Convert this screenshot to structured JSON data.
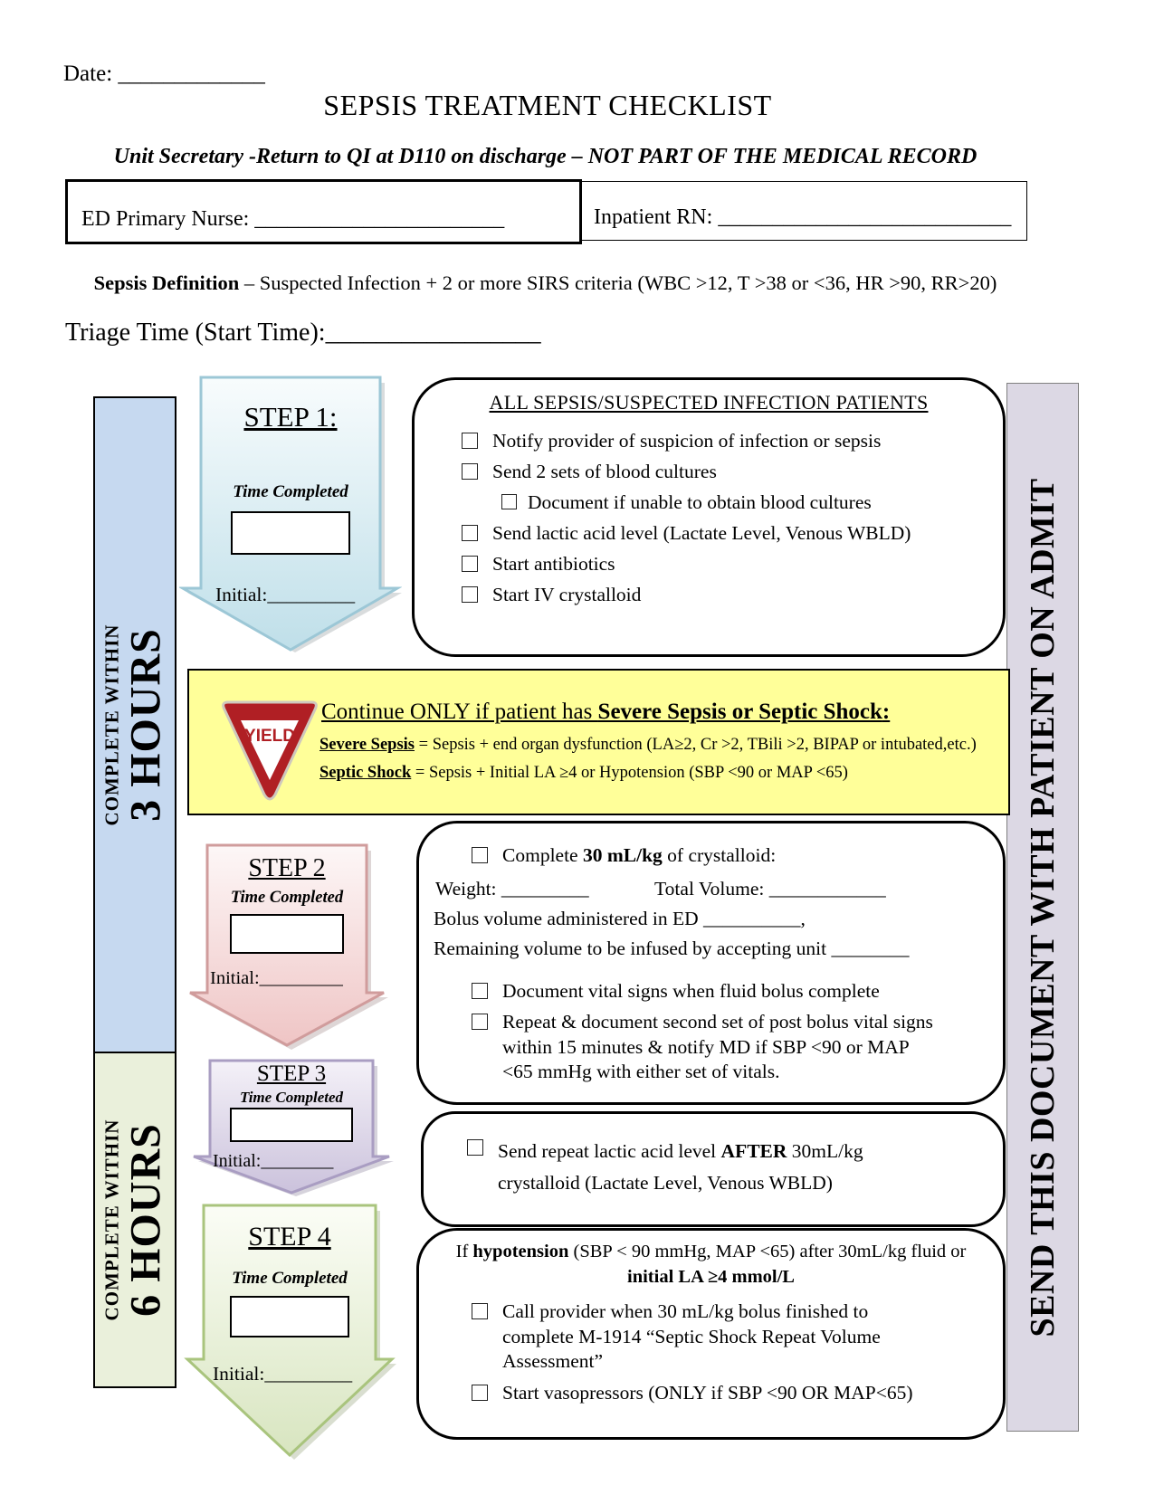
{
  "header": {
    "date_label": "Date:",
    "date_blank": "_____________",
    "title": "SEPSIS TREATMENT CHECKLIST",
    "subtitle": "Unit Secretary -Return to QI at D110 on discharge – NOT PART OF THE MEDICAL RECORD",
    "ed_nurse_label": "ED Primary Nurse:",
    "ed_nurse_blank": "_______________________",
    "inpatient_label": "Inpatient RN:",
    "inpatient_blank": "___________________________",
    "definition_bold": "Sepsis Definition",
    "definition_rest": " – Suspected Infection + 2 or more SIRS criteria (WBC >12, T >38 or <36, HR >90, RR>20)",
    "triage_label": "Triage Time (Start Time):",
    "triage_blank": "_________________"
  },
  "sidebars": {
    "three_hours": {
      "small": "COMPLETE WITHIN",
      "big": "3 HOURS",
      "color": "#c6d9f0"
    },
    "six_hours": {
      "small": "COMPLETE WITHIN",
      "big": "6 HOURS",
      "color": "#eaf0db"
    },
    "admit": {
      "text": "SEND THIS DOCUMENT WITH PATIENT ON ADMIT",
      "color": "#dcd8e4"
    }
  },
  "steps": {
    "step1": {
      "title": "STEP 1:",
      "time_label": "Time Completed",
      "initial_label": "Initial:",
      "initial_blank": "_________"
    },
    "step2": {
      "title": "STEP 2",
      "time_label": "Time Completed",
      "initial_label": "Initial:",
      "initial_blank": "_________"
    },
    "step3": {
      "title": "STEP 3",
      "time_label": "Time Completed",
      "initial_label": "Initial:",
      "initial_blank": "________"
    },
    "step4": {
      "title": "STEP 4",
      "time_label": "Time Completed",
      "initial_label": "Initial:",
      "initial_blank": "_________"
    }
  },
  "box1": {
    "title": "ALL SEPSIS/SUSPECTED INFECTION PATIENTS",
    "items": [
      {
        "text": "Notify provider of suspicion of infection or sepsis"
      },
      {
        "text": "Send 2 sets of blood cultures"
      },
      {
        "text": "Document if unable to obtain blood cultures"
      },
      {
        "text": "Send lactic acid level (Lactate Level, Venous WBLD)"
      },
      {
        "text": "Start antibiotics"
      },
      {
        "text": "Start IV crystalloid"
      }
    ]
  },
  "yield_box": {
    "icon_text": "YIELD",
    "heading_pre": "Continue ONLY if patient has ",
    "heading_bold": "Severe Sepsis or Septic Shock",
    "heading_colon": ":",
    "severe_term": "Severe Sepsis",
    "severe_rest": " = Sepsis + end organ dysfunction (LA≥2, Cr >2, TBili >2, BIPAP or intubated,etc.)",
    "shock_term": "Septic Shock",
    "shock_rest": " = Sepsis + Initial LA ≥4 or Hypotension (SBP <90 or MAP <65)"
  },
  "box2": {
    "item1_pre": "Complete ",
    "item1_bold": "30 mL/kg",
    "item1_post": " of crystalloid:",
    "weight_label": "Weight:",
    "weight_blank": "_________",
    "volume_label": "Total Volume:",
    "volume_blank": "____________",
    "bolus_text": "Bolus volume administered in ED ",
    "bolus_blank": "__________",
    "bolus_comma": ",",
    "remaining_text": "Remaining volume to be infused by accepting unit ",
    "remaining_blank": "________",
    "item2": "Document vital signs when fluid bolus complete",
    "item3": "Repeat & document second set of post bolus vital signs within 15 minutes & notify MD if SBP <90 or MAP <65 mmHg with either set of vitals."
  },
  "box3": {
    "item_pre": "Send repeat lactic acid level ",
    "item_bold": "AFTER",
    "item_post": " 30mL/kg crystalloid  (Lactate Level, Venous WBLD)"
  },
  "box4": {
    "header_pre": "If ",
    "header_bold": "hypotension",
    "header_post": " (SBP < 90 mmHg, MAP <65) after 30mL/kg fluid or",
    "header_line2": "initial LA ≥4 mmol/L",
    "item1": "Call provider when 30 mL/kg bolus finished to complete M-1914 “Septic Shock Repeat Volume Assessment”",
    "item2": "Start vasopressors (ONLY if SBP <90 OR MAP<65)"
  },
  "colors": {
    "yellow_callout": "#ffff99",
    "yield_red": "#b01f24",
    "step1_fill": "#bfdfe9",
    "step2_fill": "#efc5c5",
    "step3_fill": "#cbc2dc",
    "step4_fill": "#d8e5c0"
  }
}
